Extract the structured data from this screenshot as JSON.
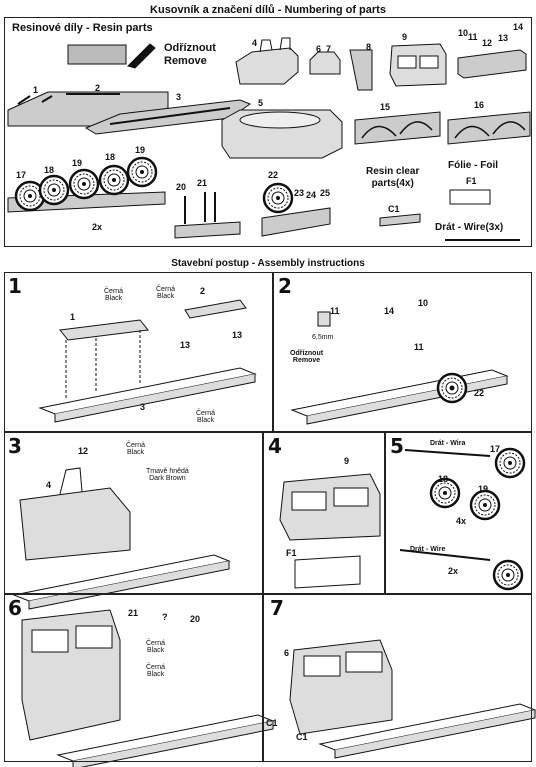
{
  "header": {
    "parts_title": "Kusovník a značení dílů - Numbering of parts",
    "resin_title": "Resinové díly - Resin parts",
    "remove_label": "Odříznout\nRemove",
    "assembly_title": "Stavební postup - Assembly instructions"
  },
  "parts": {
    "labels": [
      "1",
      "2",
      "3",
      "4",
      "5",
      "6",
      "7",
      "8",
      "9",
      "10",
      "11",
      "12",
      "13",
      "14",
      "15",
      "16",
      "17",
      "18",
      "19",
      "18",
      "19",
      "20",
      "21",
      "22",
      "23",
      "24",
      "25"
    ],
    "qty_2x": "2x",
    "resin_clear": "Resin clear\nparts(4x)",
    "c1": "C1",
    "foil": "Fólie - Foil",
    "f1": "F1",
    "wire": "Drát - Wire(3x)"
  },
  "steps": {
    "s1": {
      "num": "1",
      "p1": "1",
      "p2": "2",
      "p3": "3",
      "p13a": "13",
      "p13b": "13",
      "black1": "Černá\nBlack",
      "black2": "Černá\nBlack",
      "black3": "Černá\nBlack"
    },
    "s2": {
      "num": "2",
      "p11a": "11",
      "p14": "14",
      "p10": "10",
      "p11b": "11",
      "p22": "22",
      "cut": "6,5mm",
      "remove": "Odříznout\nRemove"
    },
    "s3": {
      "num": "3",
      "p12": "12",
      "p4": "4",
      "black": "Černá\nBlack",
      "brown": "Tmavě hnědá\nDark Brown"
    },
    "s4": {
      "num": "4",
      "p9": "9",
      "f1": "F1"
    },
    "s5": {
      "num": "5",
      "wire1": "Drát - Wira",
      "wire2": "Drát - Wire",
      "p17": "17",
      "p18": "18",
      "p19": "19",
      "q4": "4x",
      "q2": "2x"
    },
    "s6": {
      "num": "6",
      "p21": "21",
      "q": "?",
      "p20": "20",
      "black1": "Černá\nBlack",
      "black2": "Černá\nBlack"
    },
    "s7": {
      "num": "7",
      "p6": "6",
      "c1a": "C1",
      "c1b": "C1"
    }
  }
}
